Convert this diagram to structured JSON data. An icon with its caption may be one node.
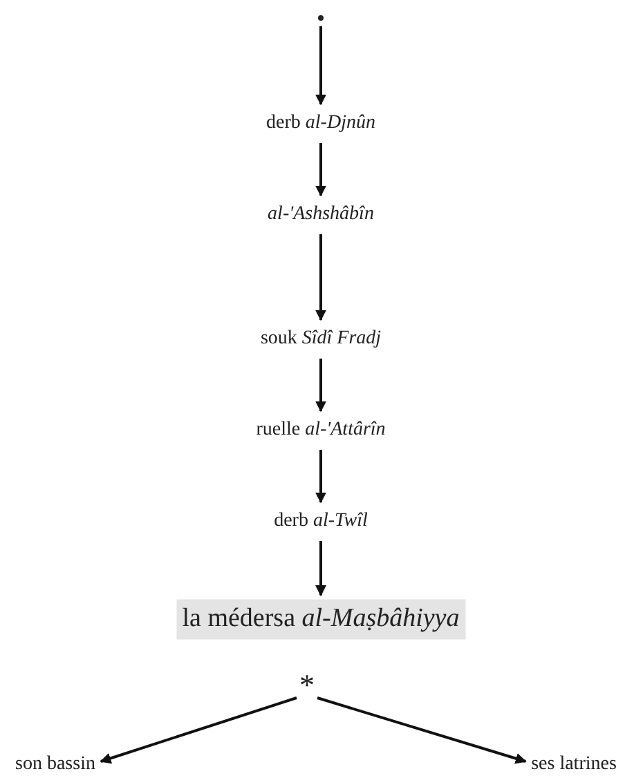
{
  "diagram": {
    "nodes": [
      {
        "text": [],
        "shape": "circle"
      },
      {
        "text": [
          "derb *al-Djnûn*"
        ]
      },
      {
        "text": [
          "al-'Ashshâbîn"
        ]
      },
      {
        "text": [
          "souk *Sîdî Fradj*"
        ]
      },
      {
        "text": [
          "ruelle *al-'Attârîn*"
        ]
      },
      {
        "text": [
          "derb *al-Twîl*"
        ]
      },
      {
        "text": [
          "la médersa *al-Maṣbâhiyya*"
        ]
      },
      {
        "text": [
          "*"
        ]
      },
      {
        "text": [
          "son bassin"
        ]
      },
      {
        "text": [
          "ses latrines"
        ]
      }
    ],
    "edges": [
      {
        "from": 0,
        "to": 1,
        "arrow": "to"
      },
      {
        "from": 1,
        "to": 2,
        "arrow": "to"
      },
      {
        "from": 2,
        "to": 3,
        "arrow": "to"
      },
      {
        "from": 3,
        "to": 4,
        "arrow": "to"
      },
      {
        "from": 4,
        "to": 5,
        "arrow": "to"
      },
      {
        "from": 5,
        "to": 6,
        "arrow": "to"
      },
      {
        "from": 7,
        "to": 8,
        "arrow": "to"
      },
      {
        "from": 7,
        "to": 9,
        "arrow": "to"
      }
    ]
  }
}
